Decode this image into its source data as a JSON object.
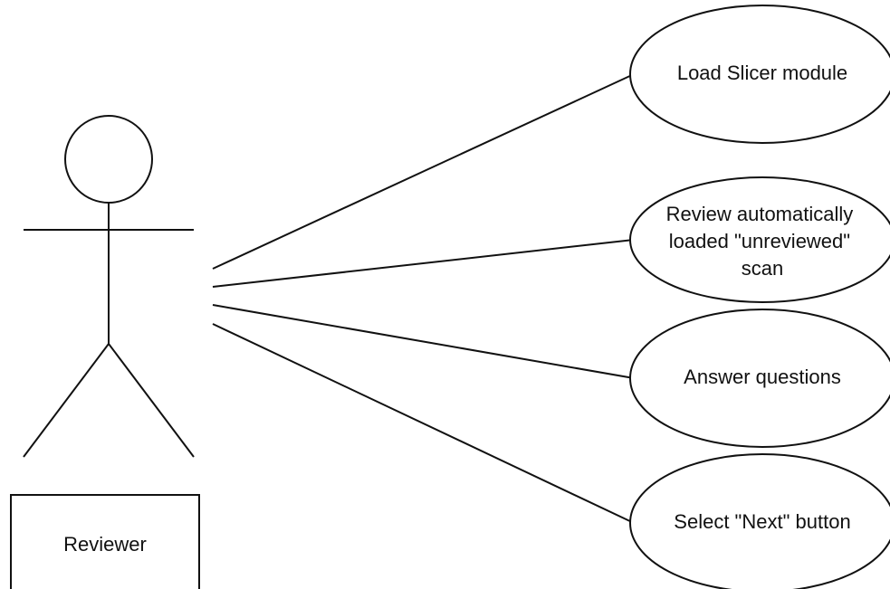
{
  "actor": {
    "name": "Reviewer"
  },
  "use_cases": [
    {
      "lines": [
        "Load Slicer module"
      ]
    },
    {
      "lines": [
        "Review automatically",
        "loaded \"unreviewed\"",
        "scan"
      ]
    },
    {
      "lines": [
        "Answer questions"
      ]
    },
    {
      "lines": [
        "Select \"Next\" button"
      ]
    }
  ],
  "colors": {
    "stroke": "#111111",
    "background": "#ffffff"
  }
}
